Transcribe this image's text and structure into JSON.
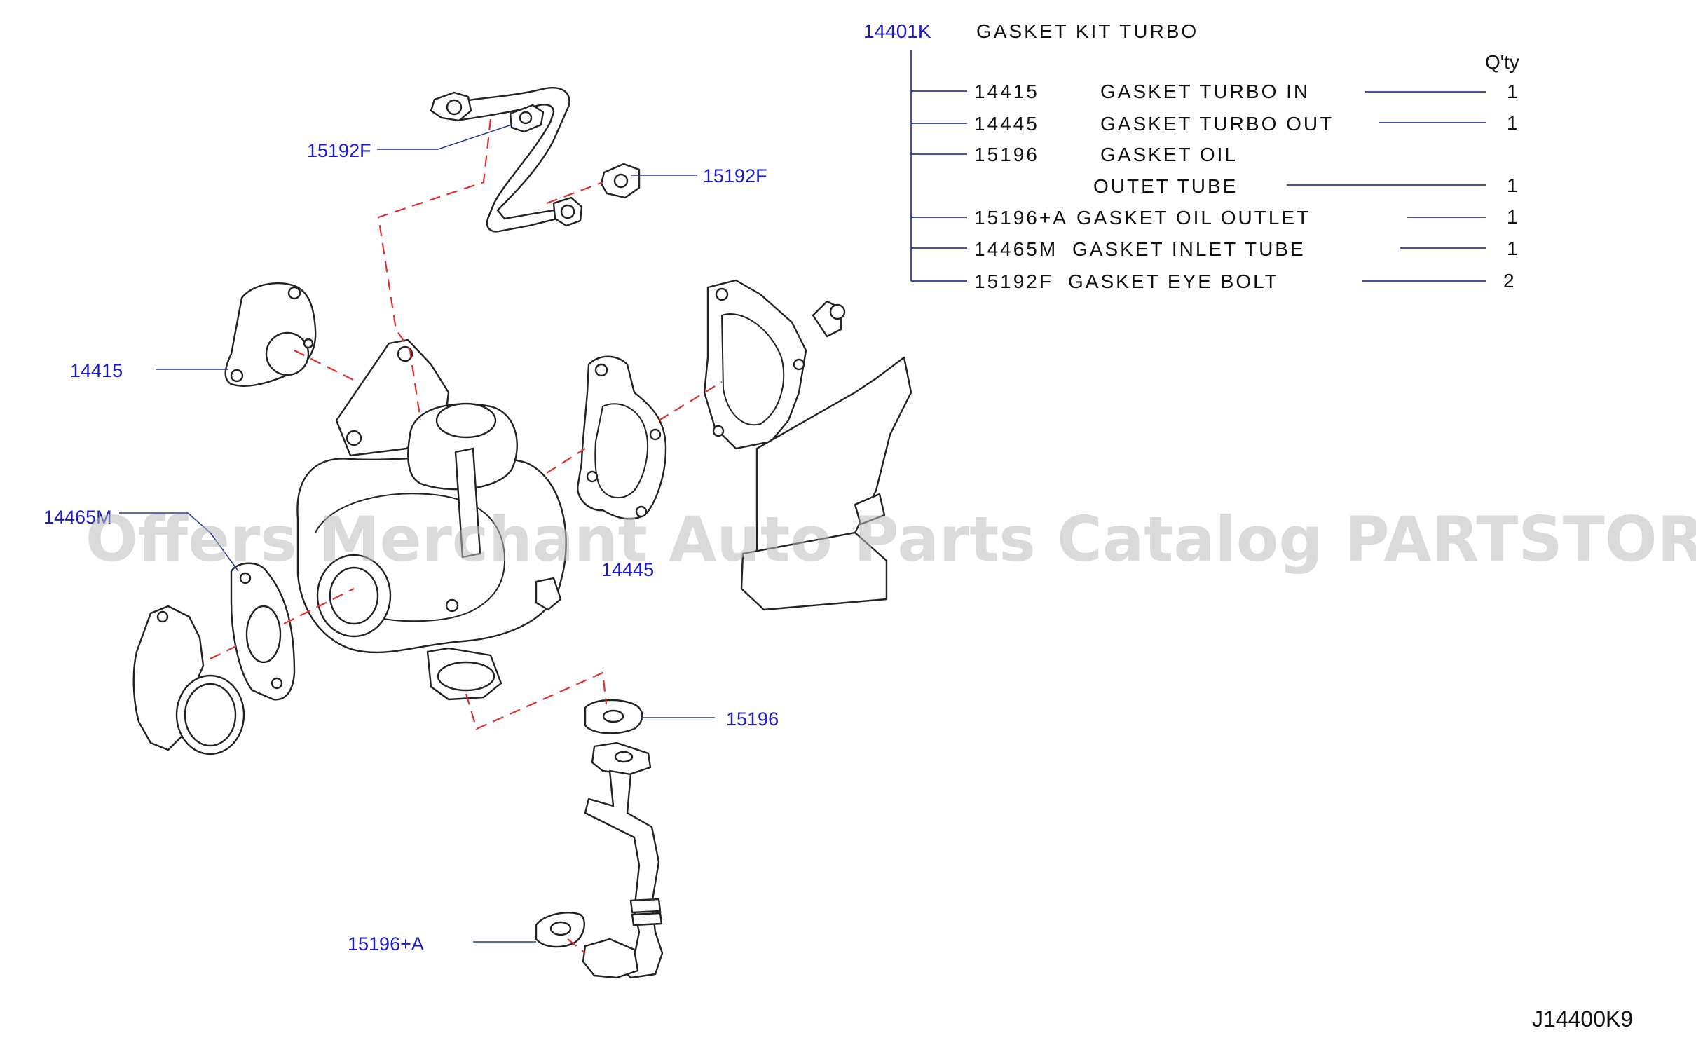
{
  "kit": {
    "id": "14401K",
    "name": "GASKET  KIT  TURBO"
  },
  "qty_header": "Q'ty",
  "legend": [
    {
      "part_no": "14415",
      "desc": "GASKET  TURBO  IN",
      "qty": "1"
    },
    {
      "part_no": "14445",
      "desc": "GASKET  TURBO  OUT",
      "qty": "1"
    },
    {
      "part_no": "15196",
      "desc": "GASKET  OIL",
      "desc2": "OUTET  TUBE",
      "qty": "1"
    },
    {
      "part_no": "15196+A",
      "desc": "GASKET  OIL  OUTLET",
      "qty": "1"
    },
    {
      "part_no": "14465M",
      "desc": "GASKET  INLET  TUBE",
      "qty": "1"
    },
    {
      "part_no": "15192F",
      "desc": "GASKET  EYE  BOLT",
      "qty": "2"
    }
  ],
  "callouts": {
    "eyebolt_left": "15192F",
    "eyebolt_right": "15192F",
    "turbo_in": "14415",
    "inlet_tube": "14465M",
    "turbo_out": "14445",
    "oil_outlet_tube": "15196",
    "oil_outlet": "15196+A"
  },
  "diagram_code": "J14400K9",
  "watermark": "Offers Merchant Auto Parts Catalog PARTSTORE.SA"
}
